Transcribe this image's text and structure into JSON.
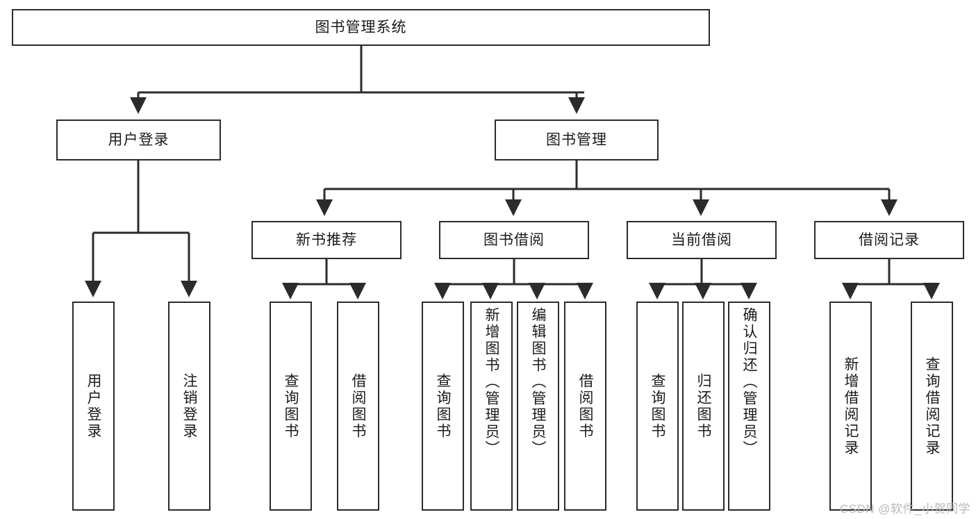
{
  "diagram": {
    "type": "tree-hierarchy-flowchart",
    "title": "图书管理系统",
    "accent_color": "#2b2b2b",
    "background_color": "#ffffff",
    "root": {
      "id": "root",
      "label": "图书管理系统"
    },
    "level2": [
      {
        "id": "user-login",
        "label": "用户登录"
      },
      {
        "id": "book-manage",
        "label": "图书管理"
      }
    ],
    "level3": [
      {
        "id": "new-book-recommend",
        "label": "新书推荐",
        "parent": "book-manage"
      },
      {
        "id": "book-borrow",
        "label": "图书借阅",
        "parent": "book-manage"
      },
      {
        "id": "current-borrow",
        "label": "当前借阅",
        "parent": "book-manage"
      },
      {
        "id": "borrow-record",
        "label": "借阅记录",
        "parent": "book-manage"
      }
    ],
    "leaves": [
      {
        "id": "leaf-user-login",
        "label": "用户登录",
        "parent": "user-login"
      },
      {
        "id": "leaf-logout-login",
        "label": "注销登录",
        "parent": "user-login"
      },
      {
        "id": "leaf-query-book-1",
        "label": "查询图书",
        "parent": "new-book-recommend"
      },
      {
        "id": "leaf-borrow-book-1",
        "label": "借阅图书",
        "parent": "new-book-recommend"
      },
      {
        "id": "leaf-query-book-2",
        "label": "查询图书",
        "parent": "book-borrow"
      },
      {
        "id": "leaf-add-book",
        "label": "新增图书（管理员）",
        "parent": "book-borrow"
      },
      {
        "id": "leaf-edit-book",
        "label": "编辑图书（管理员）",
        "parent": "book-borrow"
      },
      {
        "id": "leaf-borrow-book-2",
        "label": "借阅图书",
        "parent": "book-borrow"
      },
      {
        "id": "leaf-query-book-3",
        "label": "查询图书",
        "parent": "current-borrow"
      },
      {
        "id": "leaf-return-book",
        "label": "归还图书",
        "parent": "current-borrow"
      },
      {
        "id": "leaf-confirm-return",
        "label": "确认归还（管理员）",
        "parent": "current-borrow"
      },
      {
        "id": "leaf-add-record",
        "label": "新增借阅记录",
        "parent": "borrow-record"
      },
      {
        "id": "leaf-query-record",
        "label": "查询借阅记录",
        "parent": "borrow-record"
      }
    ]
  },
  "watermark": {
    "text": "CSDN @软件_小贺同学"
  }
}
